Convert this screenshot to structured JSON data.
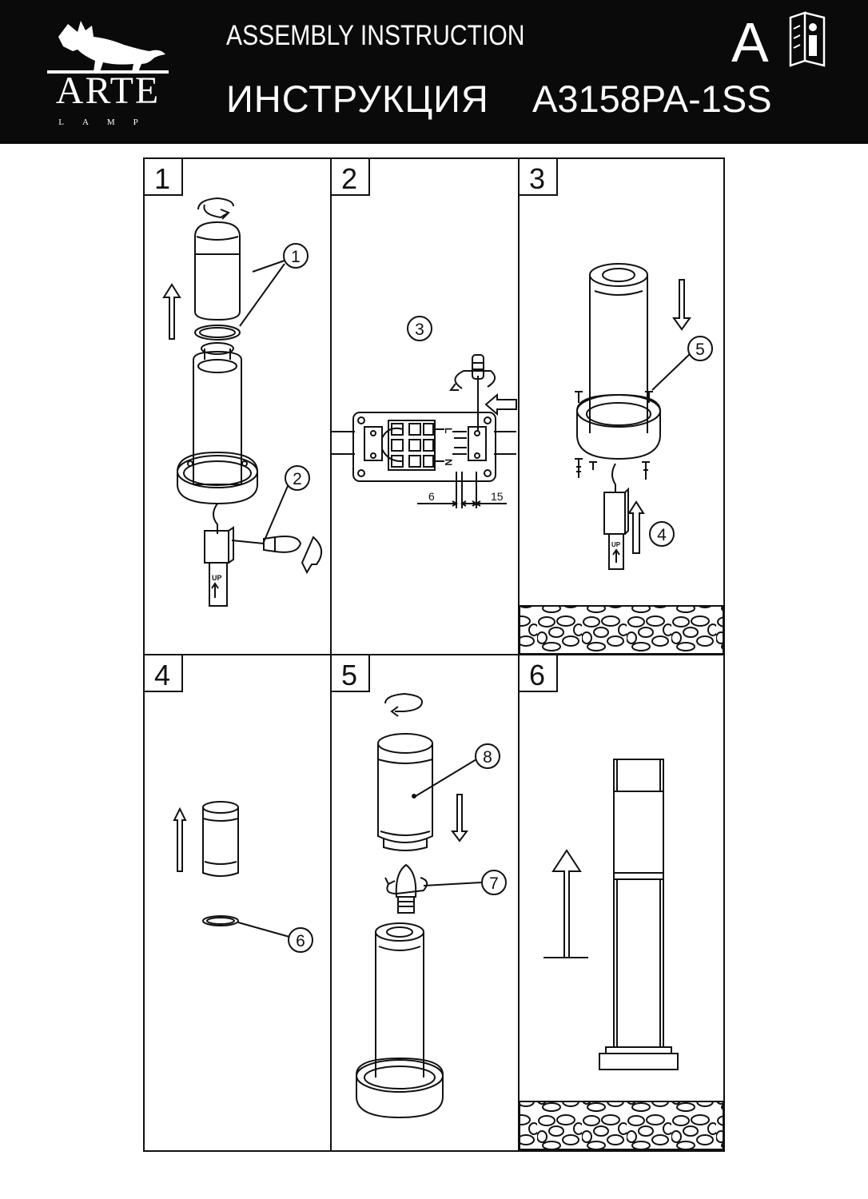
{
  "header": {
    "brand": "ARTE",
    "brand_sub": "LAMP",
    "title_en": "ASSEMBLY  INSTRUCTION",
    "title_ru": "ИНСТРУКЦИЯ",
    "model": "A3158PA-1SS",
    "letter": "A",
    "info_icon": "info-book-icon"
  },
  "panels": [
    "1",
    "2",
    "3",
    "4",
    "5",
    "6"
  ],
  "callouts": [
    "1",
    "2",
    "3",
    "4",
    "5",
    "6",
    "7",
    "8"
  ],
  "wiring": {
    "terminal_l": "L",
    "terminal_n": "N",
    "dim_strip": "6",
    "dim_insulation": "15"
  },
  "labels": {
    "up": "UP"
  }
}
